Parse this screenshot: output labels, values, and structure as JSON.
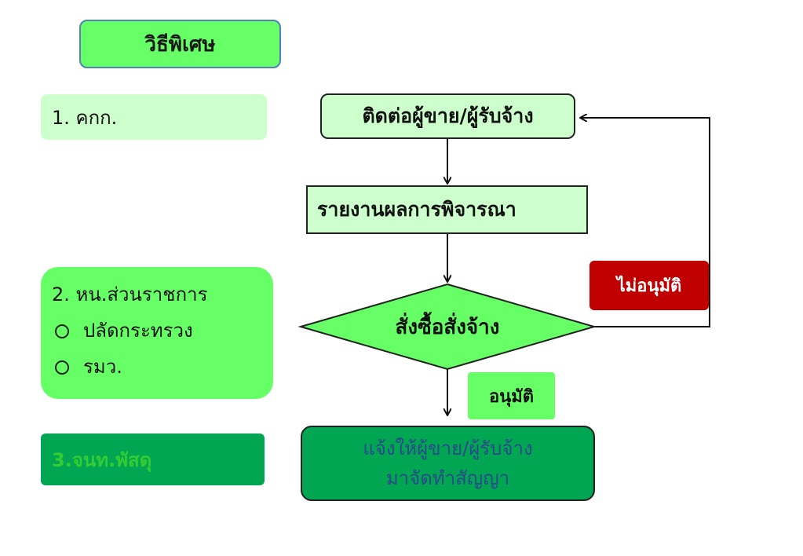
{
  "title": "วิธีพิเศษ",
  "roles": {
    "role1": "1. คกก.",
    "role2_heading": "2. หน.ส่วนราชการ",
    "role2_items": [
      "ปลัดกระทรวง",
      "รมว."
    ],
    "role3": "3.จนท.พัสดุ"
  },
  "flow": {
    "contact": "ติดต่อผู้ขาย/ผู้รับจ้าง",
    "report": "รายงานผลการพิจารณา",
    "decision": "สั่งซื้อสั่งจ้าง",
    "notify_line1": "แจ้งให้ผู้ขาย/ผู้รับจ้าง",
    "notify_line2": "มาจัดทำสัญญา",
    "reject_label": "ไม่อนุมัติ",
    "approve_label": "อนุมัติ"
  },
  "colors": {
    "light_green": "#ccffcc",
    "bright_green": "#66ff66",
    "dark_green": "#00a651",
    "reject_red": "#c00000",
    "title_border": "#4f81bd"
  }
}
